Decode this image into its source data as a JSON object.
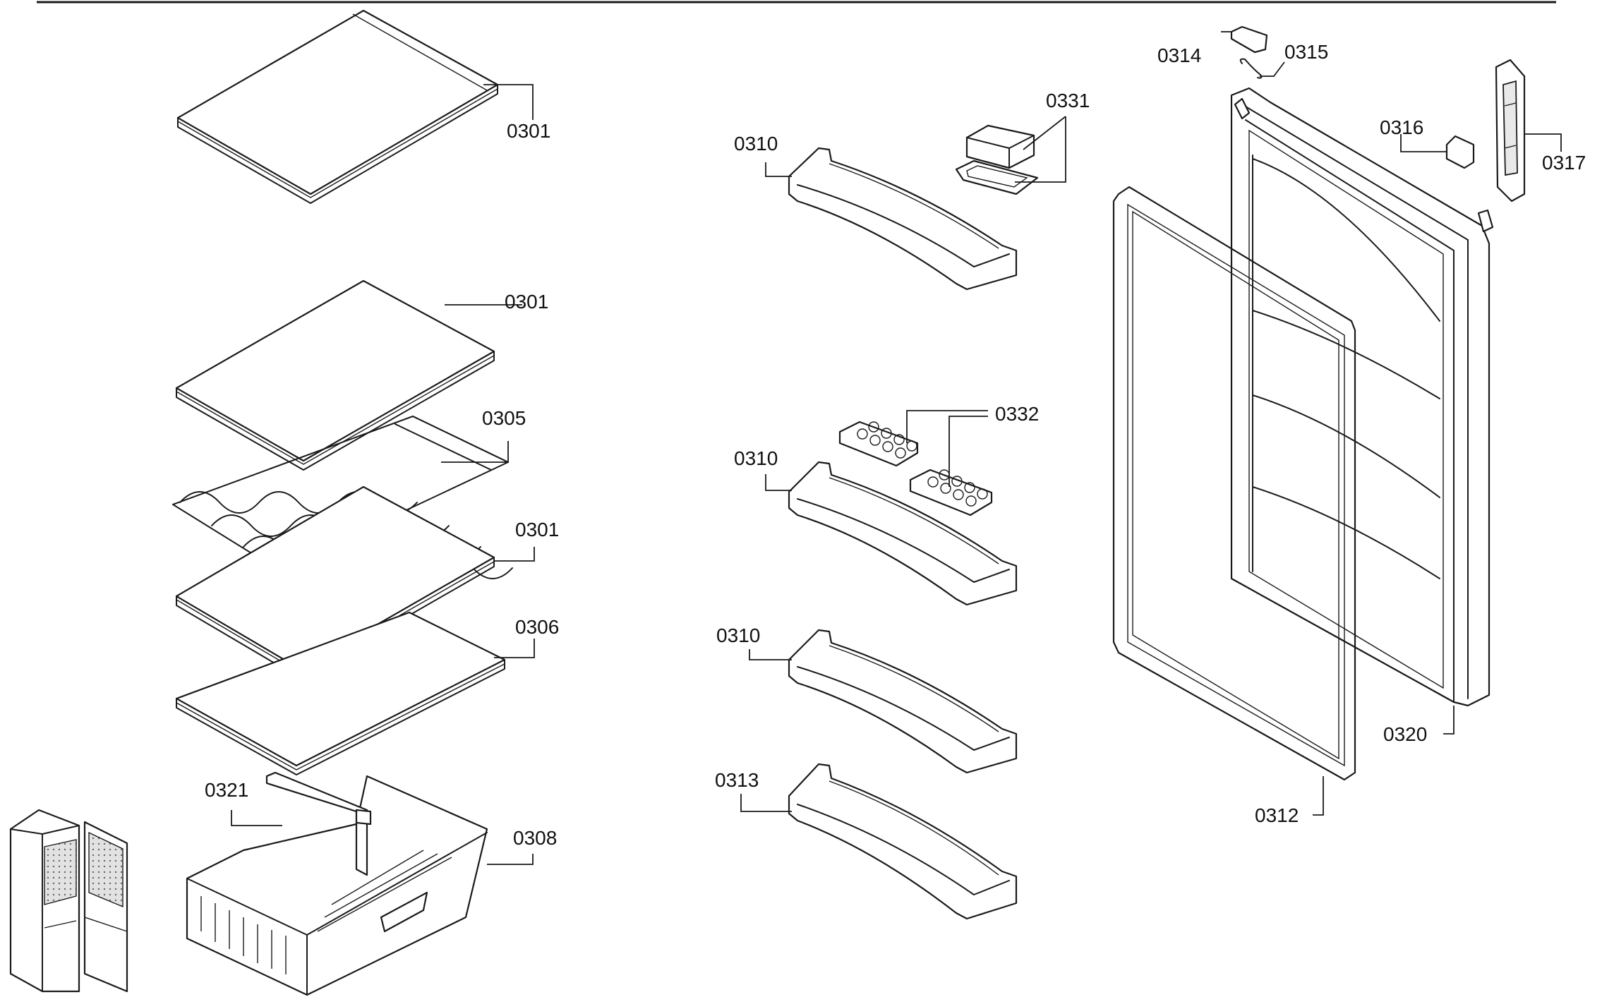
{
  "labels": {
    "shelf_top": "0301",
    "shelf_mid": "0301",
    "bottle_rack": "0305",
    "shelf_lower": "0301",
    "shelf_crisper": "0306",
    "crisper_divider": "0321",
    "crisper_drawer": "0308",
    "door_bin_1": "0310",
    "butter_box": "0331",
    "egg_trays": "0332",
    "door_bin_2": "0310",
    "door_bin_3": "0310",
    "door_bin_bottom": "0313",
    "hinge_cover": "0314",
    "hinge_spring": "0315",
    "door_cap": "0316",
    "hinge_plate": "0317",
    "door_gasket": "0312",
    "door_assembly": "0320"
  },
  "colors": {
    "line": "#1a1a1a",
    "background": "#ffffff",
    "mesh": "#e9e9e9"
  },
  "icons": [
    "shelf",
    "wine-rack",
    "crisper-drawer",
    "door-bin",
    "butter-box",
    "egg-tray",
    "door-gasket",
    "fridge-door",
    "fridge-thumbnail"
  ]
}
